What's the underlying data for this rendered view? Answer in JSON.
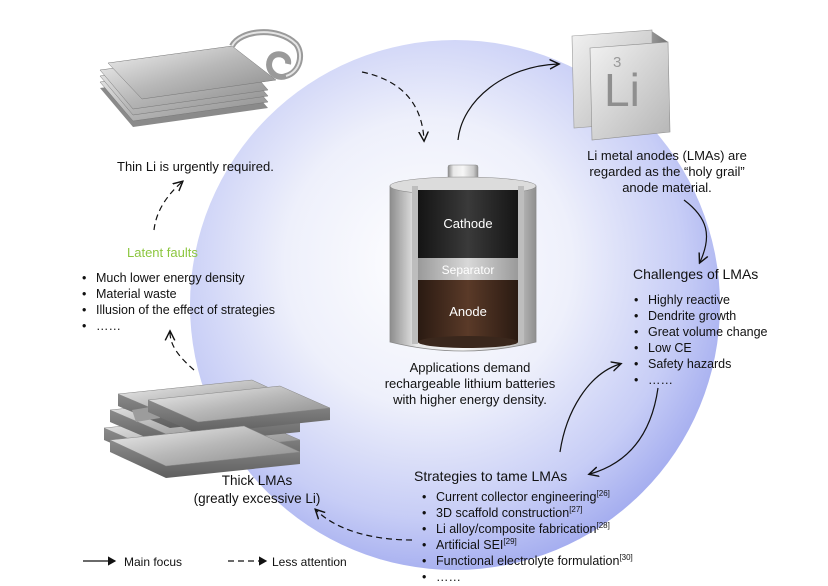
{
  "captions": {
    "thin_li": "Thin Li is urgently required.",
    "lma_line1": "Li metal anodes (LMAs) are",
    "lma_line2": "regarded as the “holy grail”",
    "lma_line3": "anode material.",
    "apps_line1": "Applications demand",
    "apps_line2": "rechargeable lithium batteries",
    "apps_line3": "with higher energy density.",
    "thick_line1": "Thick LMAs",
    "thick_line2": "(greatly excessive Li)"
  },
  "cube": {
    "number": "3",
    "symbol": "Li"
  },
  "battery": {
    "cathode": "Cathode",
    "separator": "Separator",
    "anode": "Anode"
  },
  "latent_faults": {
    "title": "Latent faults",
    "items": [
      "Much lower energy density",
      "Material waste",
      "Illusion of the effect of strategies",
      "……"
    ]
  },
  "challenges": {
    "title": "Challenges of LMAs",
    "items": [
      "Highly reactive",
      "Dendrite growth",
      "Great volume change",
      "Low CE",
      "Safety hazards",
      "……"
    ]
  },
  "strategies": {
    "title": "Strategies to tame LMAs",
    "items": [
      {
        "text": "Current collector engineering",
        "ref": "[26]"
      },
      {
        "text": "3D scaffold construction",
        "ref": "[27]"
      },
      {
        "text": "Li alloy/composite fabrication",
        "ref": "[28]"
      },
      {
        "text": "Artificial SEI",
        "ref": "[29]"
      },
      {
        "text": "Functional electrolyte formulation",
        "ref": "[30]"
      },
      {
        "text": "……",
        "ref": ""
      }
    ]
  },
  "legend": {
    "main": "Main focus",
    "less": "Less attention"
  },
  "colors": {
    "latent": "#8cc63f",
    "bg_circle_center": "#ffffff",
    "bg_circle_edge": "#9aa6ee"
  }
}
